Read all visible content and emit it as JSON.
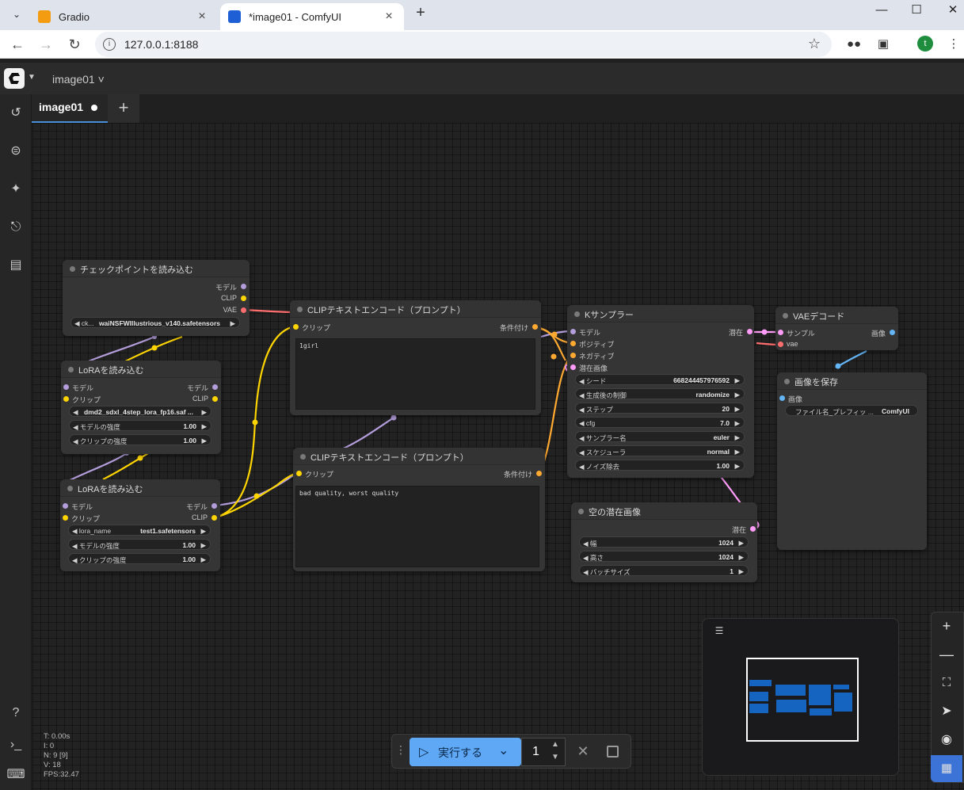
{
  "browser": {
    "tabs": [
      {
        "title": "Gradio",
        "favicon_color": "#f39c12",
        "active": false
      },
      {
        "title": "*image01 - ComfyUI",
        "favicon_color": "#1f5fd6",
        "active": true
      }
    ],
    "new_tab": "+",
    "url": "127.0.0.1:8188",
    "profile_initial": "t"
  },
  "app": {
    "workflow_title": "image01 ˅",
    "workflow_tab": "image01"
  },
  "nodes": {
    "checkpoint": {
      "title": "チェックポイントを読み込む",
      "outputs": [
        "モデル",
        "CLIP",
        "VAE"
      ],
      "ckpt_label": "ck...",
      "ckpt_value": "waiNSFWIllustrious_v140.safetensors"
    },
    "lora1": {
      "title": "LoRAを読み込む",
      "in_model": "モデル",
      "in_clip": "クリップ",
      "out_model": "モデル",
      "out_clip": "CLIP",
      "name_value": "dmd2_sdxl_4step_lora_fp16.saf ...",
      "model_strength_label": "モデルの強度",
      "model_strength": "1.00",
      "clip_strength_label": "クリップの強度",
      "clip_strength": "1.00"
    },
    "lora2": {
      "title": "LoRAを読み込む",
      "in_model": "モデル",
      "in_clip": "クリップ",
      "out_model": "モデル",
      "out_clip": "CLIP",
      "name_label": "lora_name",
      "name_value": "test1.safetensors",
      "model_strength_label": "モデルの強度",
      "model_strength": "1.00",
      "clip_strength_label": "クリップの強度",
      "clip_strength": "1.00"
    },
    "clip_pos": {
      "title": "CLIPテキストエンコード（プロンプト）",
      "in_clip": "クリップ",
      "out": "条件付け",
      "text": "1girl"
    },
    "clip_neg": {
      "title": "CLIPテキストエンコード（プロンプト）",
      "in_clip": "クリップ",
      "out": "条件付け",
      "text": "bad quality, worst quality"
    },
    "ksampler": {
      "title": "Kサンプラー",
      "inputs": [
        "モデル",
        "ポジティブ",
        "ネガティブ",
        "潜在画像"
      ],
      "output": "潜在",
      "widgets": [
        {
          "label": "シード",
          "value": "668244457976592"
        },
        {
          "label": "生成後の制御",
          "value": "randomize"
        },
        {
          "label": "ステップ",
          "value": "20"
        },
        {
          "label": "cfg",
          "value": "7.0"
        },
        {
          "label": "サンプラー名",
          "value": "euler"
        },
        {
          "label": "スケジューラ",
          "value": "normal"
        },
        {
          "label": "ノイズ除去",
          "value": "1.00"
        }
      ]
    },
    "vae_decode": {
      "title": "VAEデコード",
      "in_samples": "サンプル",
      "in_vae": "vae",
      "out": "画像"
    },
    "save_image": {
      "title": "画像を保存",
      "in_images": "画像",
      "prefix_label": "ファイル名_プレフィッ ...",
      "prefix_value": "ComfyUI"
    },
    "empty_latent": {
      "title": "空の潜在画像",
      "output": "潜在",
      "widgets": [
        {
          "label": "幅",
          "value": "1024"
        },
        {
          "label": "高さ",
          "value": "1024"
        },
        {
          "label": "バッチサイズ",
          "value": "1"
        }
      ]
    }
  },
  "runbar": {
    "run_label": "実行する",
    "batch_count": "1"
  },
  "stats": {
    "t": "T: 0.00s",
    "i": "I: 0",
    "n": "N: 9 [9]",
    "v": "V: 18",
    "fps": "FPS:32.47"
  },
  "colors": {
    "model_link": "#b39ddb",
    "clip_link": "#ffd500",
    "vae_link": "#ff6e6e",
    "cond_link": "#ffa931",
    "latent_link": "#ff9cf9",
    "image_link": "#64b5f6",
    "accent": "#5fa8f5"
  }
}
